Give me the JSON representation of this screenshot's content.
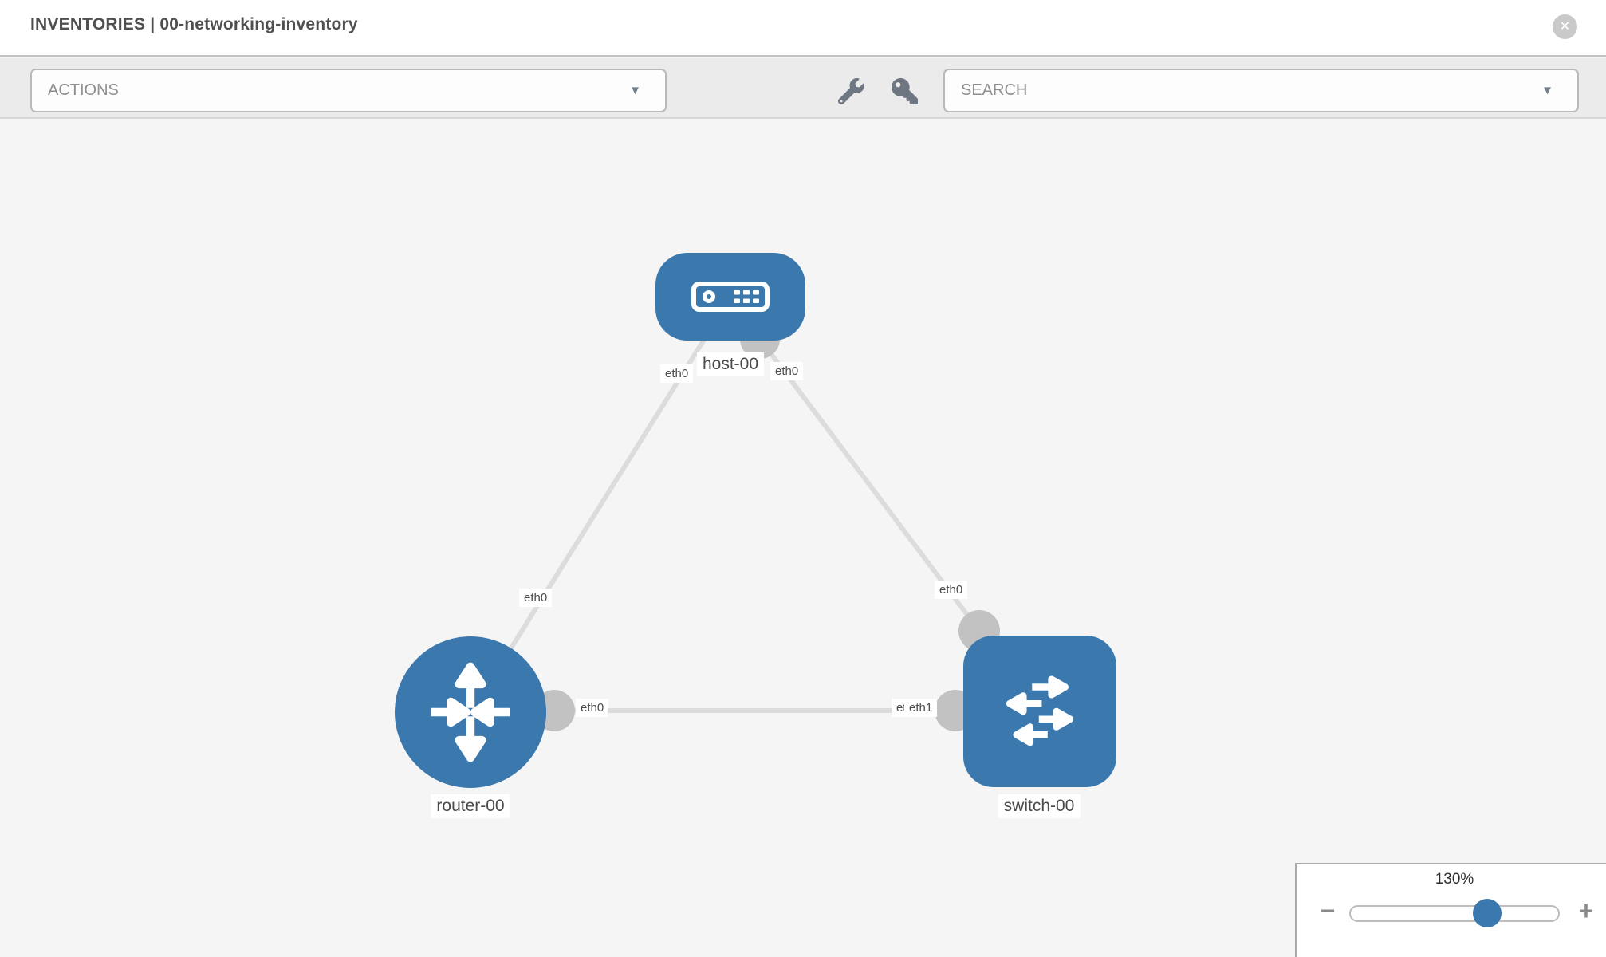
{
  "header": {
    "title": "INVENTORIES | 00-networking-inventory"
  },
  "toolbar": {
    "actions_label": "ACTIONS",
    "search_placeholder": "SEARCH"
  },
  "icons": {
    "close": "✕",
    "dropdown_arrow": "▼",
    "wrench": "wrench-icon",
    "key": "key-icon",
    "host": "server-icon",
    "router": "router-arrows-icon",
    "switch": "switch-arrows-icon",
    "zoom_out": "−",
    "zoom_in": "+"
  },
  "topology": {
    "nodes": [
      {
        "id": "host-00",
        "type": "host",
        "label": "host-00"
      },
      {
        "id": "router-00",
        "type": "router",
        "label": "router-00"
      },
      {
        "id": "switch-00",
        "type": "switch",
        "label": "switch-00"
      }
    ],
    "links": [
      {
        "from": "host-00",
        "to": "router-00",
        "from_iface": "eth0",
        "to_iface": "eth0"
      },
      {
        "from": "host-00",
        "to": "switch-00",
        "from_iface": "eth0",
        "to_iface": "eth0"
      },
      {
        "from": "router-00",
        "to": "switch-00",
        "from_iface": "eth0",
        "to_iface_stack": [
          "eth0",
          "eth1"
        ]
      }
    ]
  },
  "zoom_control": {
    "value": "130%"
  },
  "colors": {
    "accent_blue": "#3b78ae",
    "link_gray": "#dcdcdc",
    "interface_dot_gray": "#c2c2c2",
    "toolbar_bg": "#ebebeb",
    "canvas_bg": "#f5f5f5",
    "header_bg": "#ffffff",
    "label_text": "#4a4a4a"
  }
}
